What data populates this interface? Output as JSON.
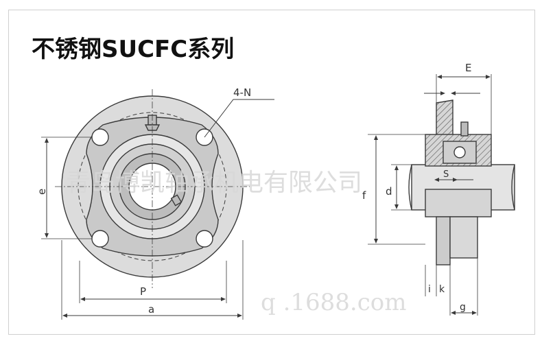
{
  "title": "不锈钢SUCFC系列",
  "labels": {
    "four_n": "4-N",
    "e": "e",
    "P": "P",
    "a": "a",
    "E": "E",
    "f": "f",
    "d": "d",
    "S": "S",
    "i": "i",
    "k": "k",
    "g": "g"
  },
  "watermark": {
    "company": "青岛博凯轴承机电有限公司",
    "site": "q          .1688.com"
  },
  "colors": {
    "line": "#3a3a3a",
    "fill_body": "#c8c8c8",
    "watermark": "#d8d8d8"
  }
}
